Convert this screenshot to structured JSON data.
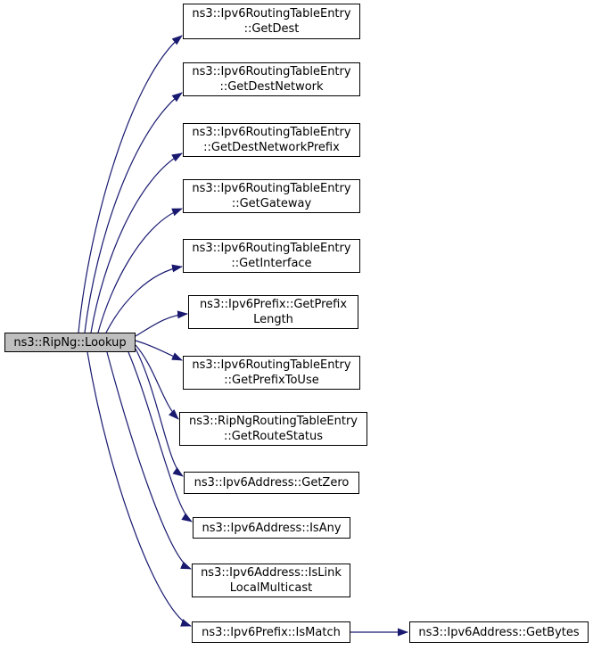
{
  "diagram": {
    "type": "call-graph",
    "root": {
      "label": "ns3::RipNg::Lookup"
    },
    "callees": [
      {
        "lines": [
          "ns3::Ipv6RoutingTableEntry",
          "::GetDest"
        ]
      },
      {
        "lines": [
          "ns3::Ipv6RoutingTableEntry",
          "::GetDestNetwork"
        ]
      },
      {
        "lines": [
          "ns3::Ipv6RoutingTableEntry",
          "::GetDestNetworkPrefix"
        ]
      },
      {
        "lines": [
          "ns3::Ipv6RoutingTableEntry",
          "::GetGateway"
        ]
      },
      {
        "lines": [
          "ns3::Ipv6RoutingTableEntry",
          "::GetInterface"
        ]
      },
      {
        "lines": [
          "ns3::Ipv6Prefix::GetPrefix",
          "Length"
        ]
      },
      {
        "lines": [
          "ns3::Ipv6RoutingTableEntry",
          "::GetPrefixToUse"
        ]
      },
      {
        "lines": [
          "ns3::RipNgRoutingTableEntry",
          "::GetRouteStatus"
        ]
      },
      {
        "lines": [
          "ns3::Ipv6Address::GetZero"
        ]
      },
      {
        "lines": [
          "ns3::Ipv6Address::IsAny"
        ]
      },
      {
        "lines": [
          "ns3::Ipv6Address::IsLink",
          "LocalMulticast"
        ]
      },
      {
        "lines": [
          "ns3::Ipv6Prefix::IsMatch"
        ]
      }
    ],
    "indirect": [
      {
        "lines": [
          "ns3::Ipv6Address::GetBytes"
        ]
      }
    ]
  },
  "colors": {
    "edge_color": "#191970",
    "root_node_fill": "#bfbfbf",
    "node_fill": "#ffffff",
    "node_border": "#000000",
    "text_color": "#000000",
    "background": "#ffffff"
  }
}
